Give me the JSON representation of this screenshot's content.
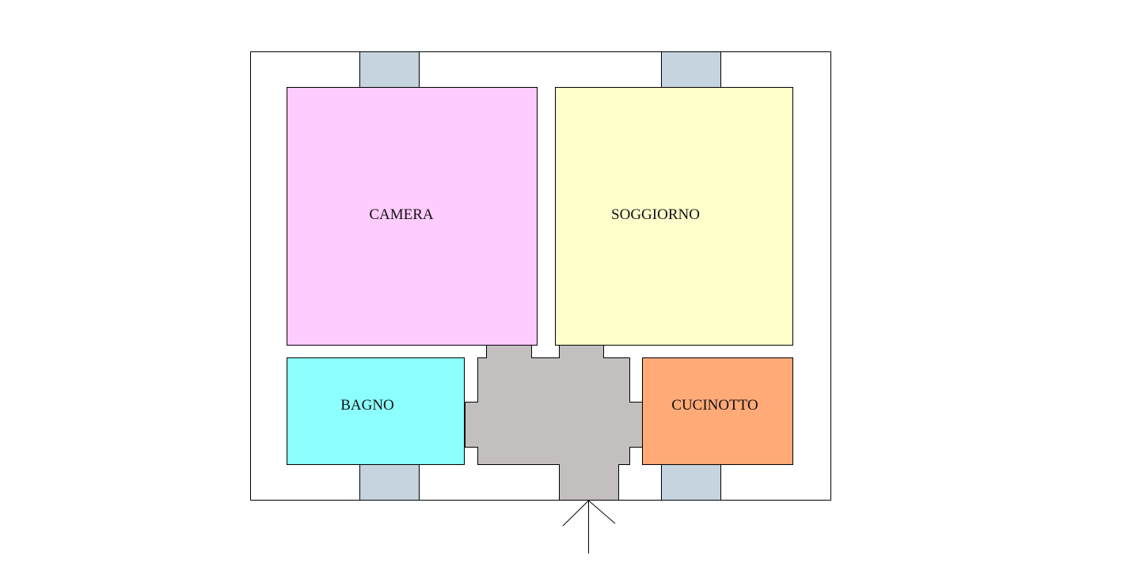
{
  "floor_plan": {
    "rooms": [
      {
        "id": "camera",
        "label": "CAMERA",
        "color": "#FFCCFF"
      },
      {
        "id": "soggiorno",
        "label": "SOGGIORNO",
        "color": "#FFFFCC"
      },
      {
        "id": "bagno",
        "label": "BAGNO",
        "color": "#8CFFFF"
      },
      {
        "id": "cucinotto",
        "label": "CUCINOTTO",
        "color": "#FFAA77"
      }
    ],
    "colors": {
      "outline": "#000000",
      "corridor": "#C4BFBF",
      "window": "#C5D4DE",
      "background": "#FFFFFF"
    },
    "entrance_icon": "entrance-arrow-icon"
  }
}
